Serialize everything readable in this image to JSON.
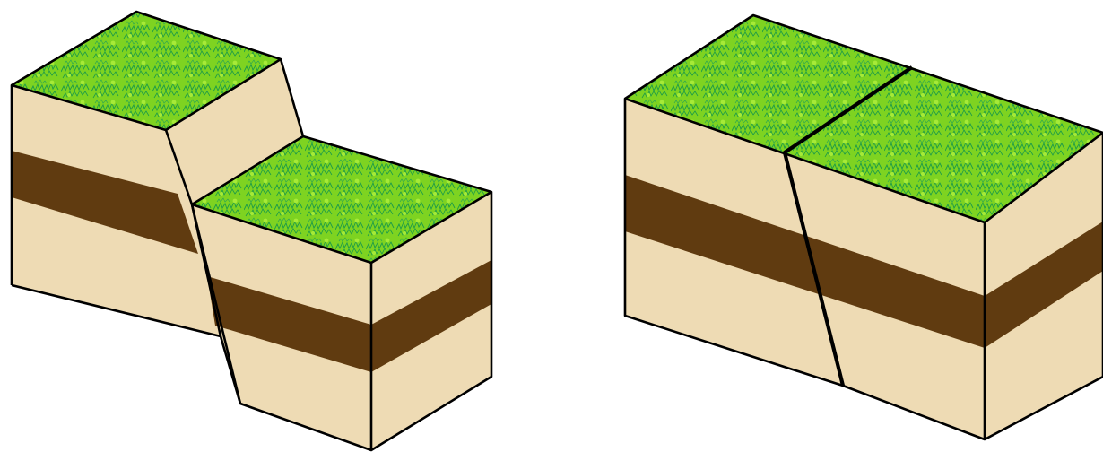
{
  "diagrams": [
    {
      "id": "left",
      "depicts": "normal-fault-block-offset"
    },
    {
      "id": "right",
      "depicts": "fault-plane-no-offset"
    }
  ],
  "colors": {
    "background": "#ffffff",
    "sand_layer": "#eedbb4",
    "rock_layer": "#603b10",
    "grass_base": "#7ed321",
    "grass_light": "#a6ea37",
    "grass_stroke": "#1a9a48",
    "outline": "#000000"
  }
}
